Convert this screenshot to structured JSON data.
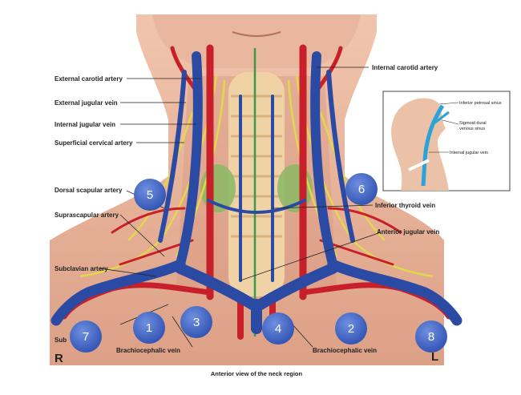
{
  "labels": {
    "external_carotid_artery": "External carotid artery",
    "external_jugular_vein": "External jugular vein",
    "internal_jugular_vein": "Internal jugular vein",
    "superficial_cervical_artery": "Superficial cervical artery",
    "dorsal_scapular_artery": "Dorsal scapular artery",
    "suprascapular_artery": "Suprascapular artery",
    "subclavian_artery": "Subclavian artery",
    "sub_truncated": "Sub",
    "internal_carotid_artery": "Internal carotid artery",
    "inferior_thyroid_vein": "Inferior thyroid vein",
    "anterior_jugular_vein": "Anterior jugular vein",
    "brachiocephalic_vein_left": "Brachiocephalic vein",
    "brachiocephalic_vein_right": "Brachiocephalic vein"
  },
  "orientation": {
    "right": "R",
    "left": "L"
  },
  "caption": "Anterior view of the neck region",
  "inset": {
    "inferior_petrosal_sinus": "Inferior petrosal sinus",
    "sigmoid_dural_line1": "Sigmoid dural",
    "sigmoid_dural_line2": "venous sinus",
    "internal_jugular_vein": "Internal jugular vein"
  },
  "markers": [
    "5",
    "6",
    "7",
    "1",
    "3",
    "4",
    "2",
    "8"
  ],
  "colors": {
    "vein": "#2b4aa3",
    "artery": "#c8202a",
    "nerve": "#e3d84a",
    "skin": "#e8b49a",
    "marker": "#3f64c4",
    "inset_vessel": "#2aa3d8"
  }
}
